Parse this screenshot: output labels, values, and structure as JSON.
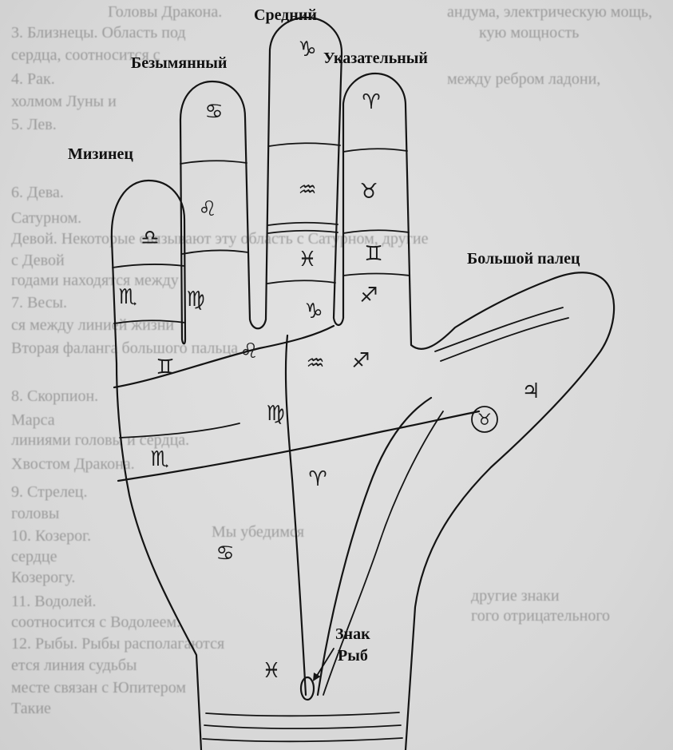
{
  "finger_labels": {
    "middle": "Средний",
    "ring": "Безымянный",
    "index": "Указательный",
    "little": "Мизинец",
    "thumb": "Большой палец"
  },
  "pisces_callout": {
    "line1": "Знак",
    "line2": "Рыб"
  },
  "zodiac_signs": {
    "middle_top": "♑",
    "middle_second": "♒",
    "middle_third": "♓",
    "ring_top": "♋",
    "ring_second": "♌",
    "ring_third": "♍",
    "index_top": "♈",
    "index_second": "♉",
    "index_third": "♊",
    "index_base": "♐",
    "little_top": "♎",
    "little_second": "♏",
    "palm_under_middle": "♑",
    "palm_center_upper": "♒",
    "palm_under_index": "♐",
    "palm_under_ring": "♌",
    "palm_under_little": "♊",
    "palm_center": "♍",
    "palm_left": "♏",
    "palm_mid": "♈",
    "palm_lower": "♋",
    "palm_base": "♓",
    "thumb_upper": "♃",
    "thumb_base": "♉"
  },
  "background_text": [
    "Головы Дракона.",
    "3. Близнецы. Область под",
    "сердца, соотносится с",
    "4. Рак.",
    "между ребром ладони,",
    "холмом Луны и",
    "5. Лев.",
    "6. Дева.",
    "Сатурном.",
    "Девой. Некоторые связывают эту область с Сатурном, другие",
    "с Девой",
    "годами находятся между",
    "7. Весы.",
    "ся между линией жизни",
    "Вторая фаланга большого пальца",
    "8. Скорпион.",
    "Марса",
    "линиями головы и сердца.",
    "Хвостом Дракона.",
    "9. Стрелец.",
    "головы",
    "10. Козерог.",
    "сердце",
    "Козерогу.",
    "11. Водолей.",
    "соотносится с Водолеем.",
    "12. Рыбы. Рыбы располагаются",
    "ется линия судьбы",
    "месте связан с Юпитером",
    "Такие",
    "андума, электрическую мощь,",
    "кую мощность",
    "Мы убедимся",
    "другие знаки",
    "гого отрицательного"
  ]
}
